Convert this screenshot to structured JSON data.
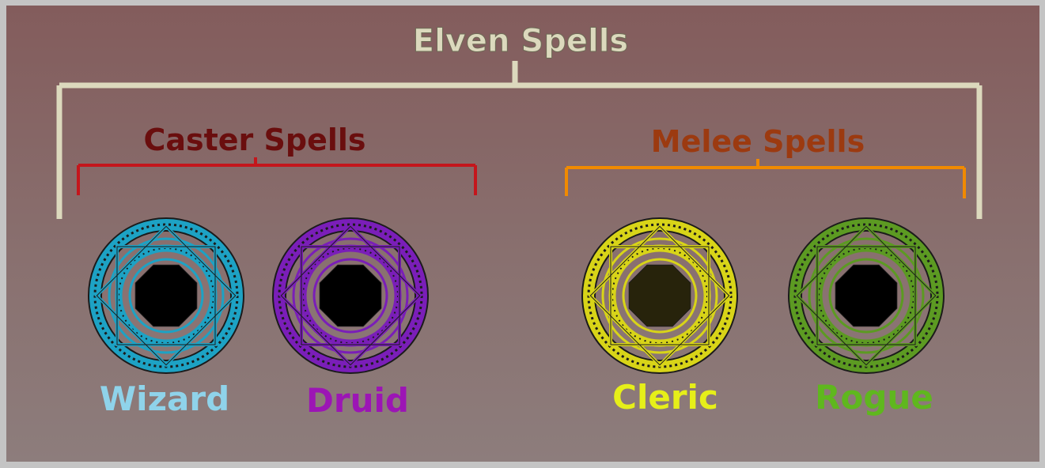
{
  "title": "Elven Spells",
  "groups": [
    {
      "label": "Caster Spells",
      "label_color": "#6a0e0e",
      "bracket_color": "#c4161c",
      "classes": [
        {
          "label": "Wizard",
          "text_color": "#8fd3ea",
          "rune_color": "#1da2c4",
          "icon": "wizard-rune-circle-icon"
        },
        {
          "label": "Druid",
          "text_color": "#9c15b5",
          "rune_color": "#7a1eb8",
          "icon": "druid-rune-circle-icon"
        }
      ]
    },
    {
      "label": "Melee Spells",
      "label_color": "#9c3a10",
      "bracket_color": "#f08a00",
      "classes": [
        {
          "label": "Cleric",
          "text_color": "#e6ef19",
          "rune_color": "#d8d418",
          "icon": "cleric-rune-circle-icon"
        },
        {
          "label": "Rogue",
          "text_color": "#5fb71e",
          "rune_color": "#5c9a22",
          "icon": "rogue-rune-circle-icon"
        }
      ]
    }
  ],
  "colors": {
    "title": "#dcd9bd",
    "root_bracket": "#dcd9bd",
    "background_top": "#835c5c",
    "background_bottom": "#8d7d7c",
    "frame": "#c4c4c4",
    "cleric_core": "#27230b",
    "core": "#000000"
  }
}
